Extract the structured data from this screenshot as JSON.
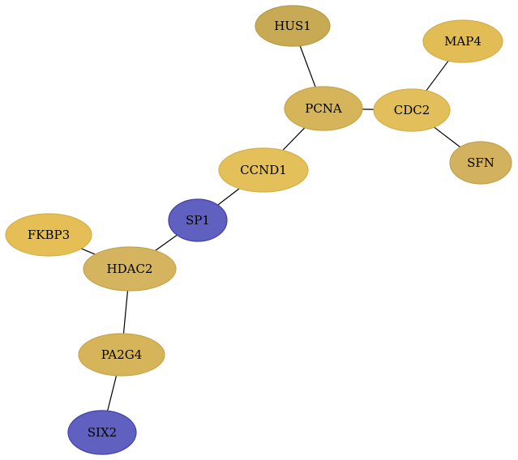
{
  "graph": {
    "nodes": [
      {
        "id": "HUS1",
        "label": "HUS1",
        "fill": "#c8aa55",
        "stroke": "#b89a45"
      },
      {
        "id": "MAP4",
        "label": "MAP4",
        "fill": "#e2bd55",
        "stroke": "#d2ad45"
      },
      {
        "id": "PCNA",
        "label": "PCNA",
        "fill": "#d6b45a",
        "stroke": "#c6a44a"
      },
      {
        "id": "CDC2",
        "label": "CDC2",
        "fill": "#e2bf5a",
        "stroke": "#d2af4a"
      },
      {
        "id": "SFN",
        "label": "SFN",
        "fill": "#d2b25e",
        "stroke": "#c2a24e"
      },
      {
        "id": "CCND1",
        "label": "CCND1",
        "fill": "#e3c05a",
        "stroke": "#d3b04a"
      },
      {
        "id": "SP1",
        "label": "SP1",
        "fill": "#6060c0",
        "stroke": "#4040a8"
      },
      {
        "id": "FKBP3",
        "label": "FKBP3",
        "fill": "#e5bf55",
        "stroke": "#d5af45"
      },
      {
        "id": "HDAC2",
        "label": "HDAC2",
        "fill": "#d4b45e",
        "stroke": "#c4a44e"
      },
      {
        "id": "PA2G4",
        "label": "PA2G4",
        "fill": "#d6b45a",
        "stroke": "#c6a44a"
      },
      {
        "id": "SIX2",
        "label": "SIX2",
        "fill": "#6060c0",
        "stroke": "#4040a8"
      }
    ],
    "edges": [
      {
        "source": "HUS1",
        "target": "PCNA"
      },
      {
        "source": "PCNA",
        "target": "CDC2"
      },
      {
        "source": "MAP4",
        "target": "CDC2"
      },
      {
        "source": "CDC2",
        "target": "SFN"
      },
      {
        "source": "PCNA",
        "target": "CCND1"
      },
      {
        "source": "CCND1",
        "target": "SP1"
      },
      {
        "source": "SP1",
        "target": "HDAC2"
      },
      {
        "source": "FKBP3",
        "target": "HDAC2"
      },
      {
        "source": "HDAC2",
        "target": "PA2G4"
      },
      {
        "source": "PA2G4",
        "target": "SIX2"
      }
    ]
  }
}
